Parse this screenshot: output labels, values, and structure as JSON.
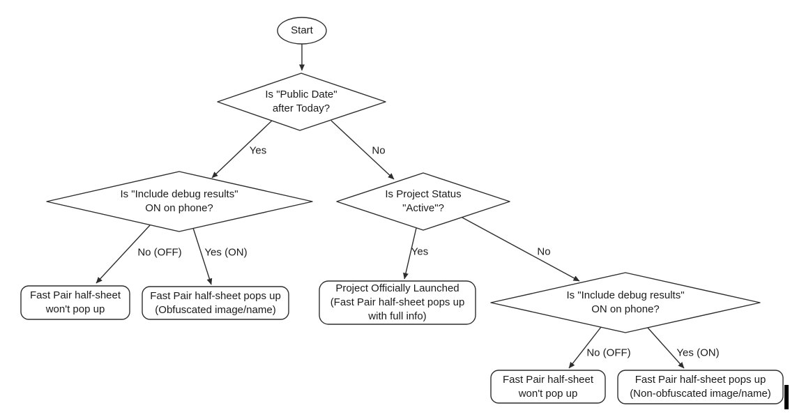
{
  "nodes": {
    "start": {
      "label": "Start",
      "type": "ellipse"
    },
    "public_date": {
      "label": "Is \"Public Date\"\nafter Today?",
      "type": "decision"
    },
    "debug_left": {
      "label": "Is \"Include debug results\"\nON on phone?",
      "type": "decision"
    },
    "project_status": {
      "label": "Is Project Status\n\"Active\"?",
      "type": "decision"
    },
    "debug_right": {
      "label": "Is \"Include debug results\"\nON on phone?",
      "type": "decision"
    },
    "no_popup_left": {
      "label": "Fast Pair half-sheet\nwon't pop up",
      "type": "terminal"
    },
    "obfuscated": {
      "label": "Fast Pair half-sheet pops up\n(Obfuscated image/name)",
      "type": "terminal"
    },
    "launched": {
      "label": "Project Officially Launched\n(Fast Pair half-sheet pops up\nwith full info)",
      "type": "terminal"
    },
    "no_popup_right": {
      "label": "Fast Pair half-sheet\nwon't pop up",
      "type": "terminal"
    },
    "non_obfuscated": {
      "label": "Fast Pair half-sheet pops up\n(Non-obfuscated image/name)",
      "type": "terminal"
    }
  },
  "edges": {
    "public_date_yes": "Yes",
    "public_date_no": "No",
    "debug_left_no": "No (OFF)",
    "debug_left_yes": "Yes (ON)",
    "project_status_yes": "Yes",
    "project_status_no": "No",
    "debug_right_no": "No (OFF)",
    "debug_right_yes": "Yes (ON)"
  },
  "colors": {
    "stroke": "#2d2d2d",
    "text": "#1a1a1a",
    "background": "#ffffff",
    "cursor_bar": "#000000"
  }
}
